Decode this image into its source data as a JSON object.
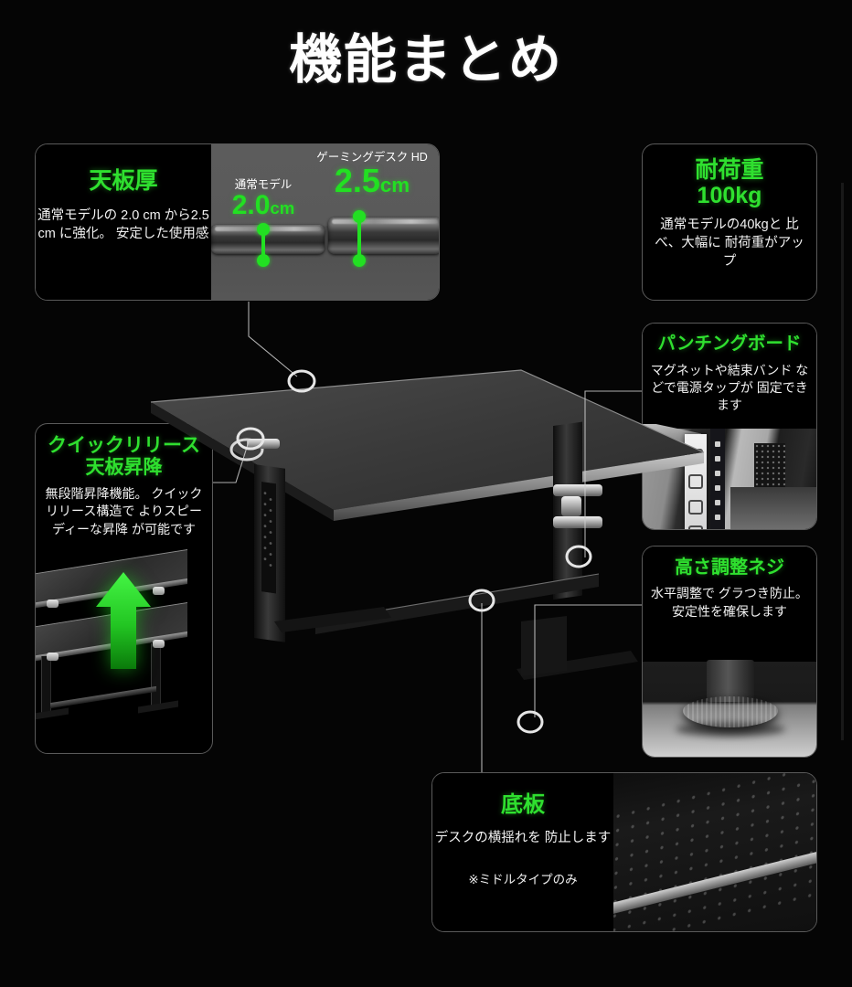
{
  "page": {
    "title": "機能まとめ"
  },
  "cards": {
    "thickness": {
      "title": "天板厚",
      "body": "通常モデルの 2.0 cm から2.5 cm に強化。 安定した使用感",
      "photo": {
        "normal_label": "通常モデル",
        "normal_value": "2.0",
        "normal_unit": "cm",
        "hd_label": "ゲーミングデスク HD",
        "hd_value": "2.5",
        "hd_unit": "cm"
      }
    },
    "load": {
      "title": "耐荷重",
      "value": "100kg",
      "body": "通常モデルの40kgと 比べ、大幅に 耐荷重がアップ"
    },
    "punching": {
      "title": "パンチングボード",
      "body": "マグネットや結束バンド などで電源タップが 固定できます"
    },
    "quick": {
      "title_line1": "クイックリリース",
      "title_line2": "天板昇降",
      "body": "無段階昇降機能。 クイックリリース構造で よりスピーディーな昇降 が可能です"
    },
    "screw": {
      "title": "高さ調整ネジ",
      "body": "水平調整で グラつき防止。 安定性を確保します"
    },
    "base": {
      "title": "底板",
      "body": "デスクの横揺れを 防止します",
      "note": "※ミドルタイプのみ"
    }
  },
  "colors": {
    "accent_green": "#2fe02f",
    "background": "#000000",
    "text": "#ffffff",
    "card_border": "#5a5a5a"
  },
  "markers": [
    {
      "name": "tabletop-thickness-marker"
    },
    {
      "name": "quick-release-marker"
    },
    {
      "name": "punching-board-marker"
    },
    {
      "name": "height-screw-marker"
    },
    {
      "name": "base-plate-marker"
    },
    {
      "name": "base-plate-marker-2"
    }
  ]
}
